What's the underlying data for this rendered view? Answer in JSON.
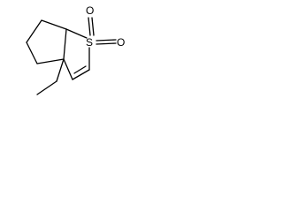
{
  "molecule": {
    "atoms": {
      "sulfur": "S",
      "oxygen_top": "O",
      "oxygen_right": "O"
    }
  }
}
